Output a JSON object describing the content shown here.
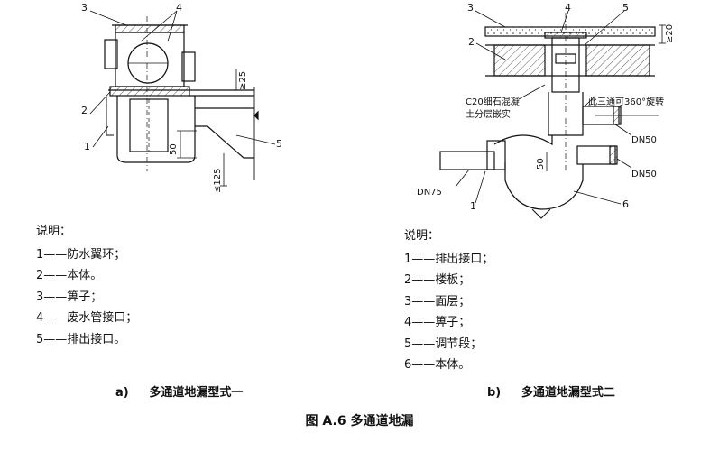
{
  "diagram_a": {
    "callouts": [
      "3",
      "4",
      "2",
      "1",
      "5"
    ],
    "dims": [
      "≥25",
      "50",
      "≤125"
    ],
    "notes_title": "说明：",
    "notes": [
      "1——防水翼环；",
      "2——本体。",
      "3——箅子；",
      "4——废水管接口；",
      "5——排出接口。"
    ],
    "caption_letter": "a)",
    "caption": "多通道地漏型式一"
  },
  "diagram_b": {
    "callouts": [
      "3",
      "4",
      "5",
      "2",
      "1",
      "6"
    ],
    "dims": [
      "≥20",
      "50"
    ],
    "text_labels": {
      "concrete_1": "C20细石混凝",
      "concrete_2": "土分层嵌实",
      "rotate": "此三通可360°旋转",
      "dn50_a": "DN50",
      "dn50_b": "DN50",
      "dn75": "DN75"
    },
    "notes_title": "说明：",
    "notes": [
      "1——排出接口；",
      "2——楼板；",
      "3——面层；",
      "4——箅子；",
      "5——调节段；",
      "6——本体。"
    ],
    "caption_letter": "b)",
    "caption": "多通道地漏型式二"
  },
  "figure_caption": "图 A.6  多通道地漏"
}
